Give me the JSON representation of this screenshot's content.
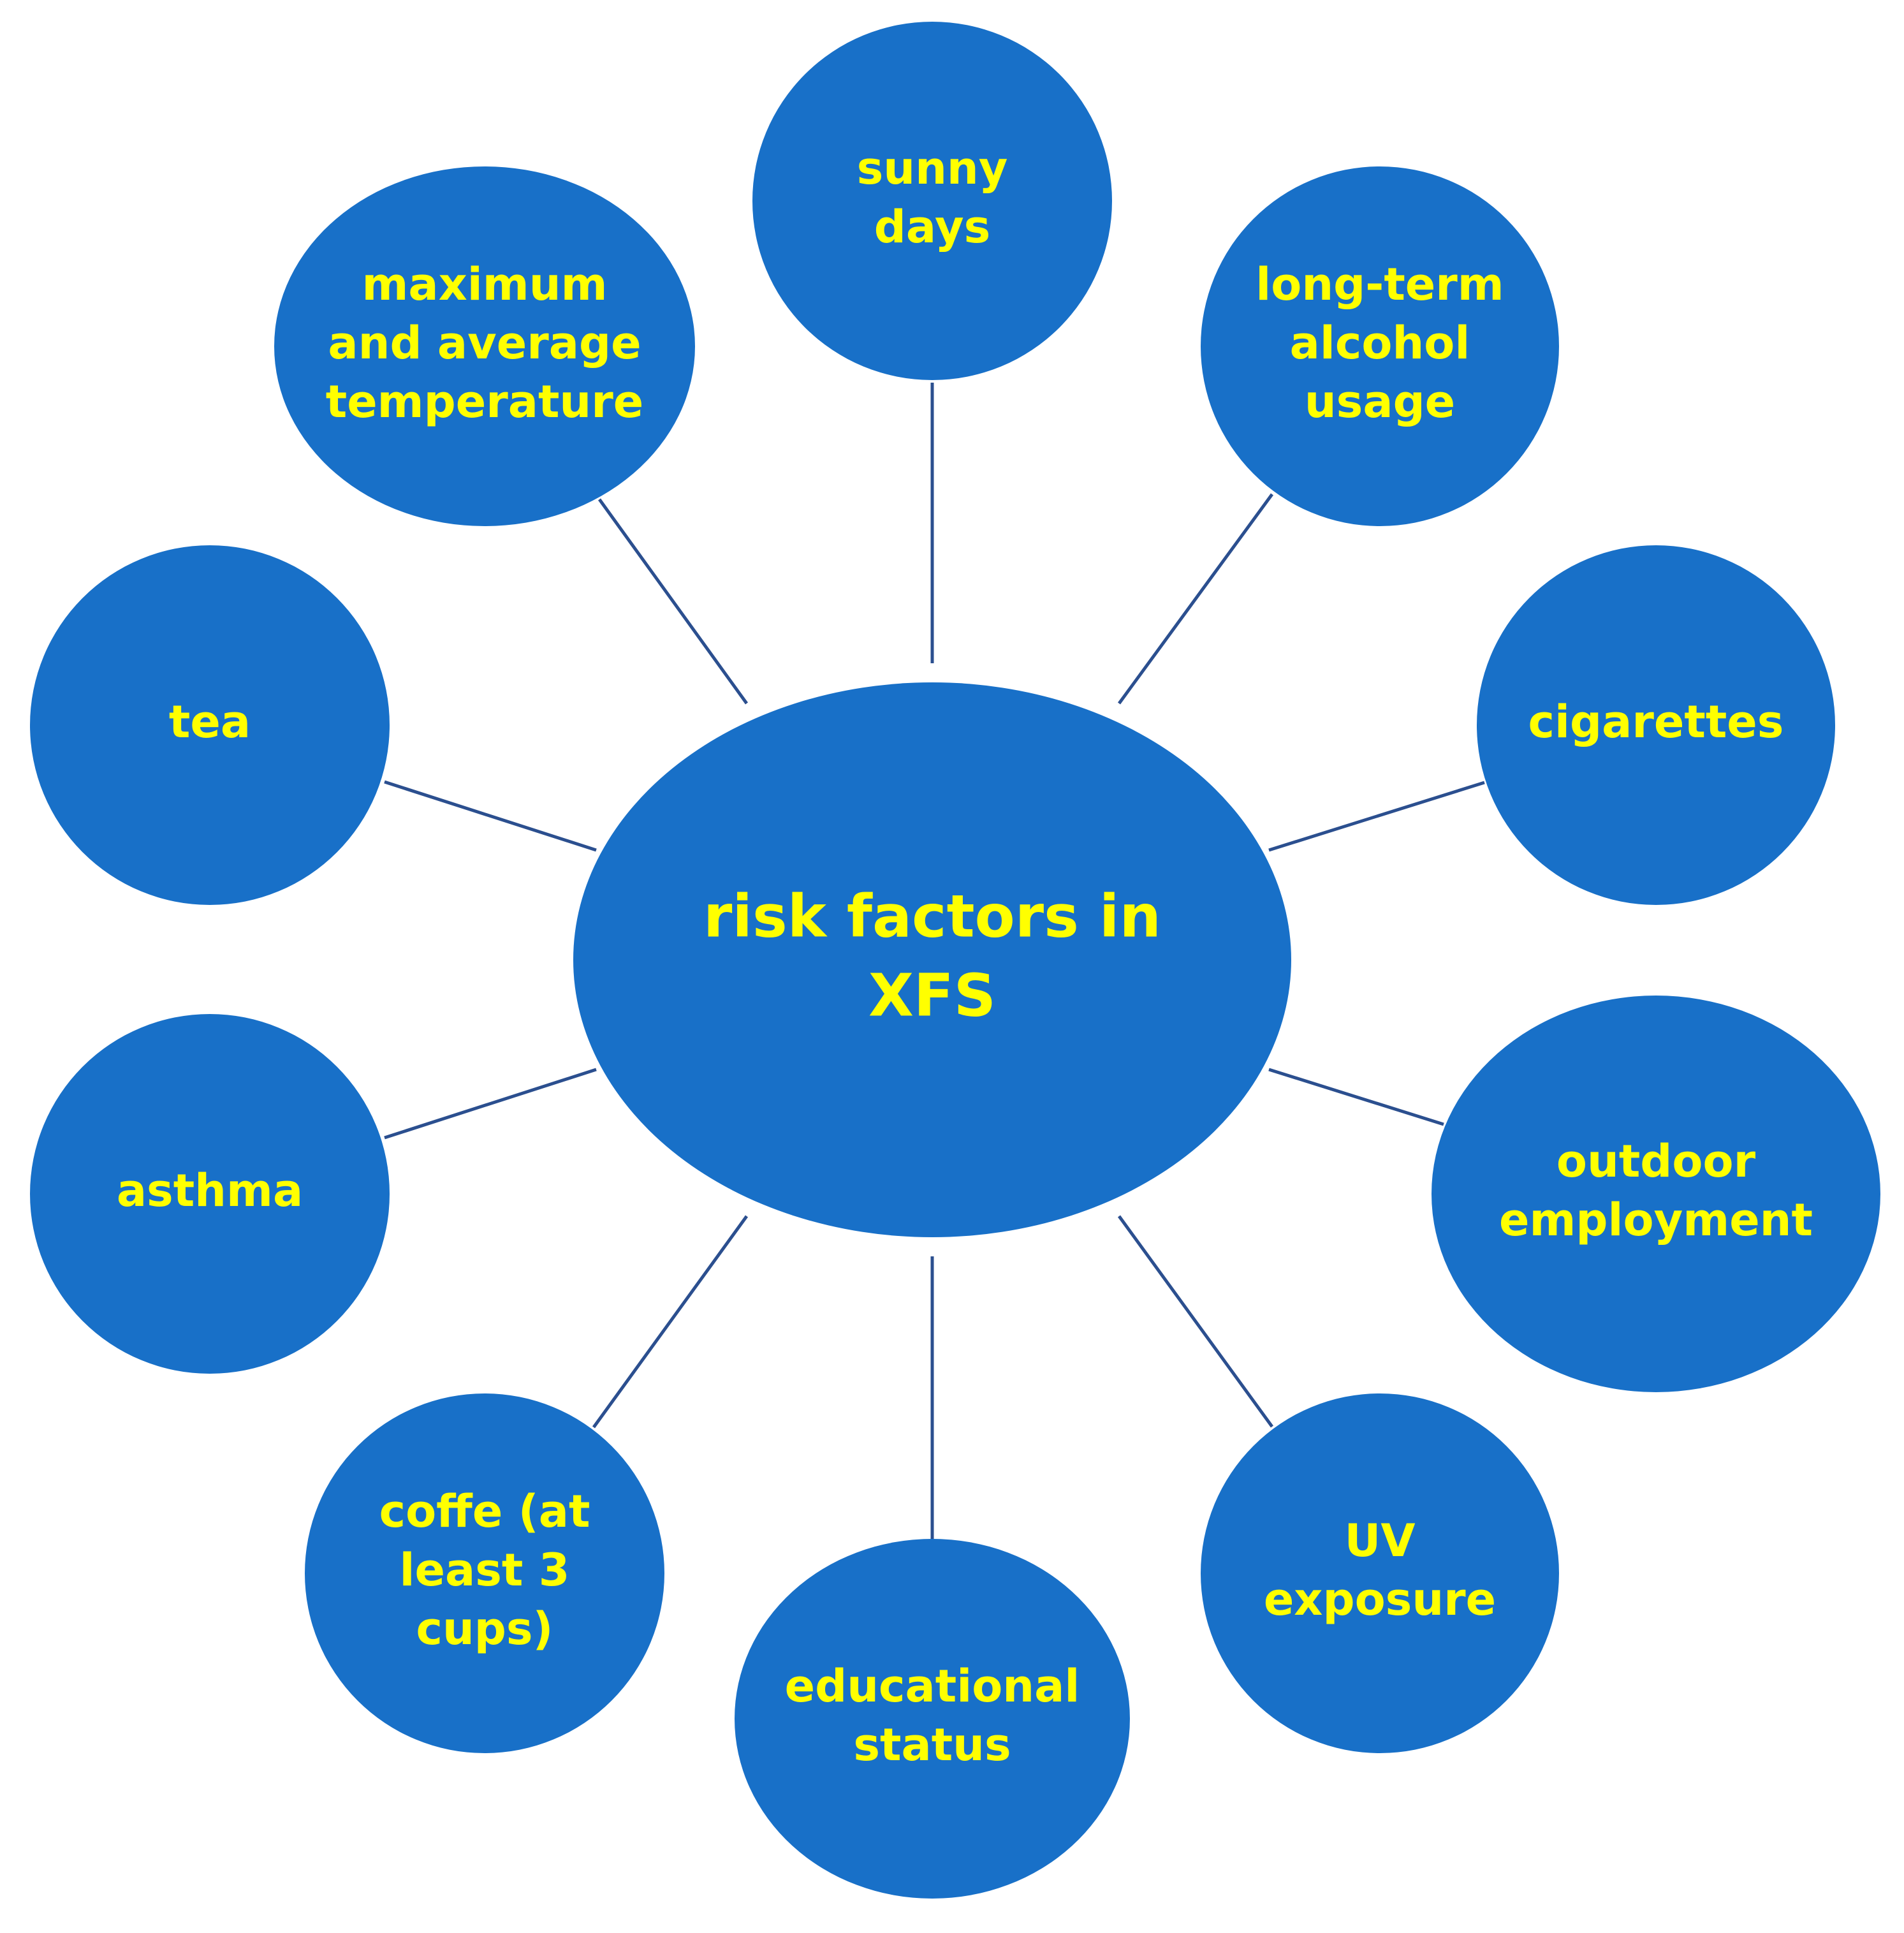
{
  "colors": {
    "node_fill": "#1870c8",
    "text": "#ffff00",
    "connector": "#2b4f8f",
    "background": "#ffffff"
  },
  "center": {
    "id": "center",
    "lines": [
      "risk factors in",
      "XFS"
    ]
  },
  "factors": [
    {
      "id": "sunny-days",
      "lines": [
        "sunny",
        "days"
      ]
    },
    {
      "id": "long-term-alcohol-usage",
      "lines": [
        "long-term",
        "alcohol",
        "usage"
      ]
    },
    {
      "id": "cigarettes",
      "lines": [
        "cigarettes"
      ]
    },
    {
      "id": "outdoor-employment",
      "lines": [
        "outdoor",
        "employment"
      ]
    },
    {
      "id": "uv-exposure",
      "lines": [
        "UV",
        "exposure"
      ]
    },
    {
      "id": "educational-status",
      "lines": [
        "educational",
        "status"
      ]
    },
    {
      "id": "coffe",
      "lines": [
        "coffe (at",
        "least 3",
        "cups)"
      ]
    },
    {
      "id": "asthma",
      "lines": [
        "asthma"
      ]
    },
    {
      "id": "tea",
      "lines": [
        "tea"
      ]
    },
    {
      "id": "max-avg-temperature",
      "lines": [
        "maximum",
        "and average",
        "temperature"
      ]
    }
  ]
}
